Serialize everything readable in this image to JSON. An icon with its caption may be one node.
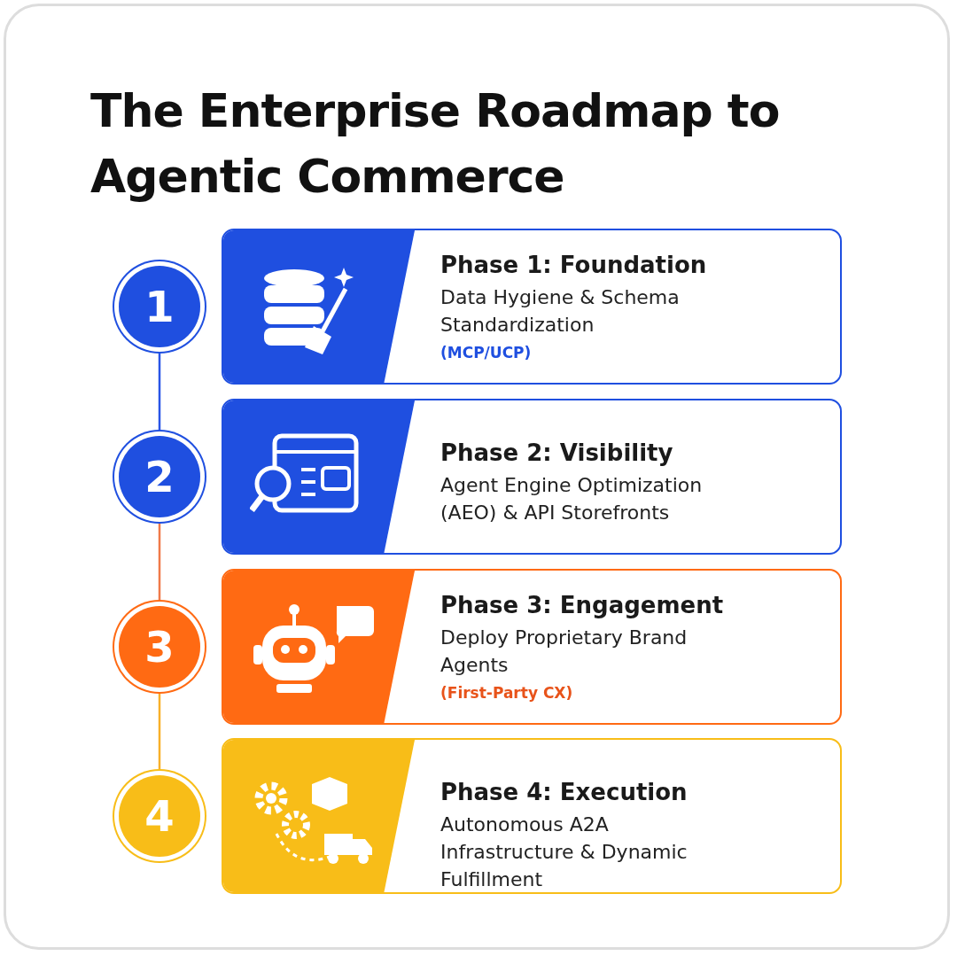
{
  "diagram": {
    "title": "The Enterprise Roadmap to Agentic Commerce",
    "nodes": [
      {
        "text": [
          "1"
        ]
      },
      {
        "text": [
          "Phase 1: Foundation",
          "Data Hygiene & Schema Standardization",
          "(MCP/UCP)"
        ]
      },
      {
        "text": [
          "2"
        ]
      },
      {
        "text": [
          "Phase 2: Visibility",
          "Agent Engine Optimization (AEO) & API Storefronts"
        ]
      },
      {
        "text": [
          "3"
        ]
      },
      {
        "text": [
          "Phase 3: Engagement",
          "Deploy Proprietary Brand Agents",
          "(First-Party CX)"
        ]
      },
      {
        "text": [
          "4"
        ]
      },
      {
        "text": [
          "Phase 4: Execution",
          "Autonomous A2A Infrastructure & Dynamic Fulfillment"
        ]
      }
    ],
    "edges": [
      {
        "from": 0,
        "to": 2,
        "arrow": "none",
        "color": "#2a55e6"
      },
      {
        "from": 2,
        "to": 4,
        "arrow": "none",
        "color": "#f07a4a"
      },
      {
        "from": 4,
        "to": 6,
        "arrow": "none",
        "color": "#f8b02a"
      }
    ]
  }
}
